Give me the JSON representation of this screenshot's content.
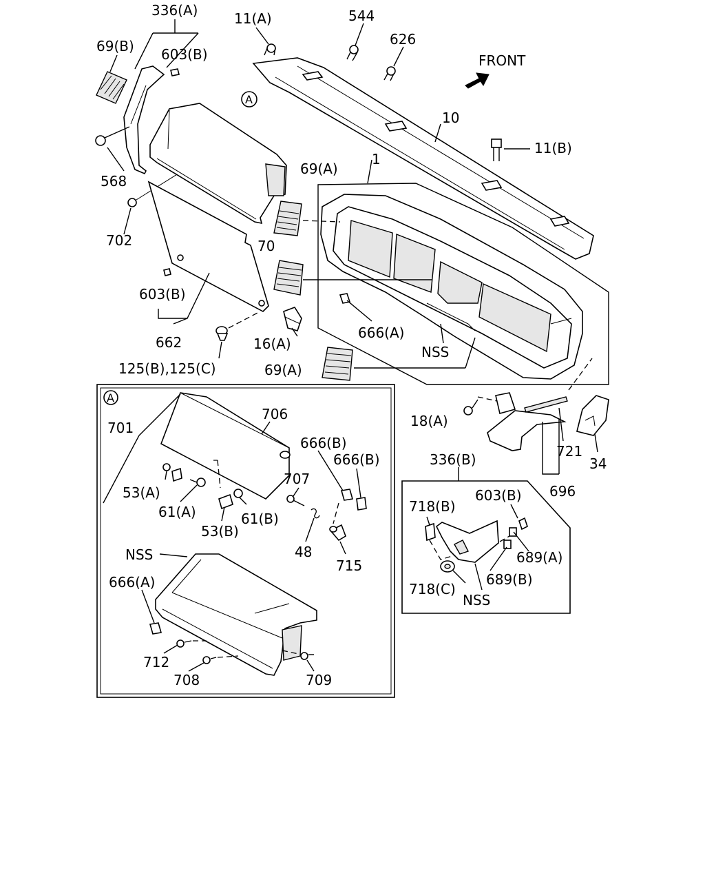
{
  "direction_label": "FRONT",
  "callout_a": "A",
  "labels": {
    "l336a": "336(A)",
    "l69b": "69(B)",
    "l603b_top": "603(B)",
    "l11a": "11(A)",
    "l544": "544",
    "l626": "626",
    "l10": "10",
    "l11b": "11(B)",
    "l568": "568",
    "l702": "702",
    "l69a_1": "69(A)",
    "l1": "1",
    "l70": "70",
    "l603b_mid": "603(B)",
    "l666a_1": "666(A)",
    "l662": "662",
    "l16a": "16(A)",
    "lnss_1": "NSS",
    "l125": "125(B),125(C)",
    "l69a_2": "69(A)",
    "l18a": "18(A)",
    "l721": "721",
    "l34": "34",
    "l696": "696",
    "l336b": "336(B)",
    "l701": "701",
    "l706": "706",
    "l666b_1": "666(B)",
    "l666b_2": "666(B)",
    "l707": "707",
    "l53a": "53(A)",
    "l61a": "61(A)",
    "l61b": "61(B)",
    "l53b": "53(B)",
    "l48": "48",
    "l715": "715",
    "lnss_2": "NSS",
    "l666a_2": "666(A)",
    "l712": "712",
    "l708": "708",
    "l709": "709",
    "l718b": "718(B)",
    "l603b_low": "603(B)",
    "l689a": "689(A)",
    "l689b": "689(B)",
    "l718c": "718(C)",
    "lnss_3": "NSS"
  }
}
